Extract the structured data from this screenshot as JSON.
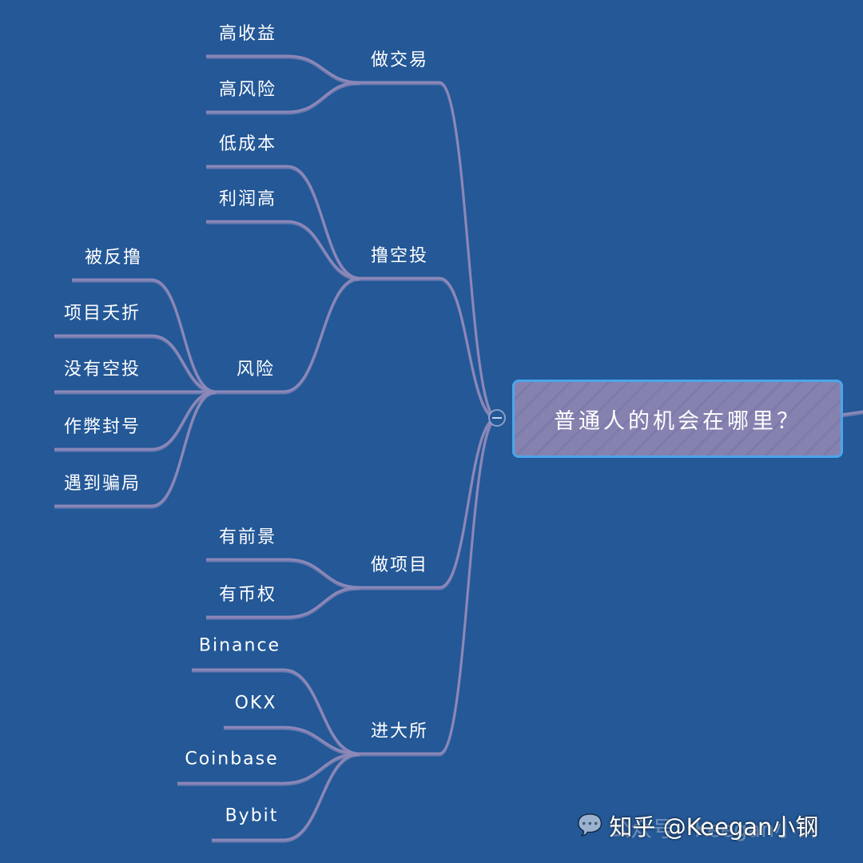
{
  "root": "普通人的机会在哪里？",
  "colors": {
    "background": "#245897",
    "line": "#8c88b8",
    "root_border": "#4aa6ea",
    "root_fill": "#8682b0"
  },
  "branches": [
    {
      "label": "做交易",
      "children": [
        {
          "label": "高收益"
        },
        {
          "label": "高风险"
        }
      ]
    },
    {
      "label": "撸空投",
      "children": [
        {
          "label": "低成本"
        },
        {
          "label": "利润高"
        },
        {
          "label": "风险",
          "children": [
            {
              "label": "被反撸"
            },
            {
              "label": "项目夭折"
            },
            {
              "label": "没有空投"
            },
            {
              "label": "作弊封号"
            },
            {
              "label": "遇到骗局"
            }
          ]
        }
      ]
    },
    {
      "label": "做项目",
      "children": [
        {
          "label": "有前景"
        },
        {
          "label": "有币权"
        }
      ]
    },
    {
      "label": "进大所",
      "children": [
        {
          "label": "Binance"
        },
        {
          "label": "OKX"
        },
        {
          "label": "Coinbase"
        },
        {
          "label": "Bybit"
        }
      ]
    }
  ],
  "watermark": {
    "icon": "wechat-icon",
    "faint_text": "公众号 · Keegan小钢",
    "text": "知乎 @Keegan小钢"
  }
}
